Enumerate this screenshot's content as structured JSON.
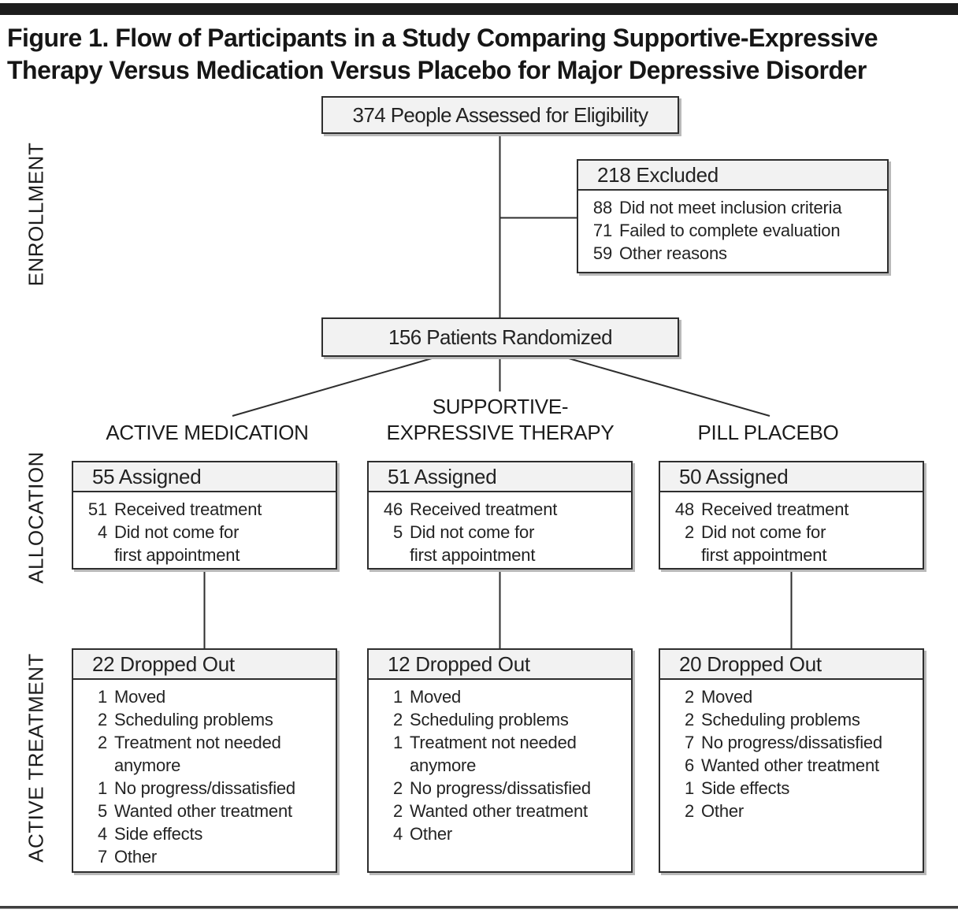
{
  "header": {
    "title_line1": "Figure 1. Flow of Participants in a Study Comparing Supportive-Expressive",
    "title_line2": "Therapy Versus Medication Versus Placebo for Major Depressive Disorder"
  },
  "sections": {
    "enrollment": "ENROLLMENT",
    "allocation": "ALLOCATION",
    "active_treatment": "ACTIVE  TREATMENT"
  },
  "flow": {
    "assessed": "374 People Assessed for Eligibility",
    "excluded": {
      "header": "218 Excluded",
      "items": [
        {
          "n": "88",
          "label": "Did not meet inclusion criteria"
        },
        {
          "n": "71",
          "label": "Failed to complete evaluation"
        },
        {
          "n": "59",
          "label": "Other reasons"
        }
      ]
    },
    "randomized": "156 Patients Randomized"
  },
  "columns": [
    {
      "arm_line1": "ACTIVE MEDICATION",
      "arm_line2": "",
      "assigned": {
        "header": "55 Assigned",
        "items": [
          {
            "n": "51",
            "label": "Received treatment"
          },
          {
            "n": "4",
            "label": "Did not come for",
            "cont": "first appointment"
          }
        ]
      },
      "dropout": {
        "header": "22 Dropped Out",
        "items": [
          {
            "n": "1",
            "label": "Moved"
          },
          {
            "n": "2",
            "label": "Scheduling problems"
          },
          {
            "n": "2",
            "label": "Treatment not needed",
            "cont": "anymore"
          },
          {
            "n": "1",
            "label": "No progress/dissatisfied"
          },
          {
            "n": "5",
            "label": "Wanted other treatment"
          },
          {
            "n": "4",
            "label": "Side effects"
          },
          {
            "n": "7",
            "label": "Other"
          }
        ]
      }
    },
    {
      "arm_line1": "SUPPORTIVE-",
      "arm_line2": "EXPRESSIVE THERAPY",
      "assigned": {
        "header": "51 Assigned",
        "items": [
          {
            "n": "46",
            "label": "Received treatment"
          },
          {
            "n": "5",
            "label": "Did not come for",
            "cont": "first appointment"
          }
        ]
      },
      "dropout": {
        "header": "12 Dropped Out",
        "items": [
          {
            "n": "1",
            "label": "Moved"
          },
          {
            "n": "2",
            "label": "Scheduling problems"
          },
          {
            "n": "1",
            "label": "Treatment not needed",
            "cont": "anymore"
          },
          {
            "n": "2",
            "label": "No progress/dissatisfied"
          },
          {
            "n": "2",
            "label": "Wanted other treatment"
          },
          {
            "n": "4",
            "label": "Other"
          }
        ]
      }
    },
    {
      "arm_line1": "PILL PLACEBO",
      "arm_line2": "",
      "assigned": {
        "header": "50 Assigned",
        "items": [
          {
            "n": "48",
            "label": "Received treatment"
          },
          {
            "n": "2",
            "label": "Did not come for",
            "cont": "first appointment"
          }
        ]
      },
      "dropout": {
        "header": "20 Dropped Out",
        "items": [
          {
            "n": "2",
            "label": "Moved"
          },
          {
            "n": "2",
            "label": "Scheduling problems"
          },
          {
            "n": "7",
            "label": "No progress/dissatisfied"
          },
          {
            "n": "6",
            "label": "Wanted other treatment"
          },
          {
            "n": "1",
            "label": "Side effects"
          },
          {
            "n": "2",
            "label": "Other"
          }
        ]
      }
    }
  ],
  "colors": {
    "rule_and_bar": "#1d1d1d",
    "box_border": "#2e2e2e",
    "box_header_fill": "#f2f2f2",
    "box_body_fill": "#ffffff",
    "shadow": "#b9b9b9",
    "text": "#232323"
  }
}
